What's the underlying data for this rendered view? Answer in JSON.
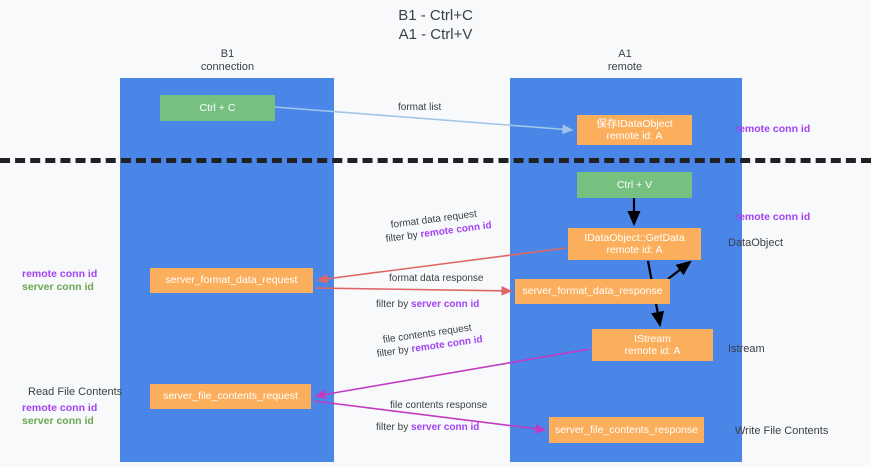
{
  "title": {
    "line1": "B1 - Ctrl+C",
    "line2": "A1 - Ctrl+V"
  },
  "lanes": {
    "b1": {
      "name": "B1",
      "subtitle": "connection"
    },
    "a1": {
      "name": "A1",
      "subtitle": "remote"
    }
  },
  "nodes": {
    "ctrl_c": "Ctrl + C",
    "save_idataobject_line1": "保存IDataObject",
    "save_idataobject_line2": "remote id: A",
    "ctrl_v": "Ctrl + V",
    "getdata_line1": "IDataObject::GetData",
    "getdata_line2": "remote id: A",
    "server_format_data_request": "server_format_data_request",
    "server_format_data_response": "server_format_data_response",
    "istream_line1": "IStream",
    "istream_line2": "remote id: A",
    "server_file_contents_request": "server_file_contents_request",
    "server_file_contents_response": "server_file_contents_response"
  },
  "side_labels": {
    "dataobject": "DataObject",
    "istream": "Istream",
    "write_file_contents": "Write File Contents",
    "read_file_contents": "Read File Contents"
  },
  "keys": {
    "remote_conn_id": "remote conn id",
    "server_conn_id": "server conn id"
  },
  "edges": {
    "format_list": "format list",
    "format_data_request": "format data request",
    "filter_by_remote_1": "filter by ",
    "format_data_response": "format data response",
    "filter_by_server_1": "filter by ",
    "file_contents_request": "file contents request",
    "filter_by_remote_2": "filter by ",
    "file_contents_response": "file contents response",
    "filter_by_server_2": "filter by "
  },
  "colors": {
    "lane": "#4a86e8",
    "green_node": "#77c180",
    "orange_node": "#fbaf5d",
    "purple_key": "#a142f4",
    "green_key": "#6aa84f",
    "red_arrow": "#e06666",
    "magenta_arrow": "#c23bc2",
    "blue_arrow": "#9fc5e8",
    "black_arrow": "#000000",
    "background": "#f8f9fa"
  }
}
